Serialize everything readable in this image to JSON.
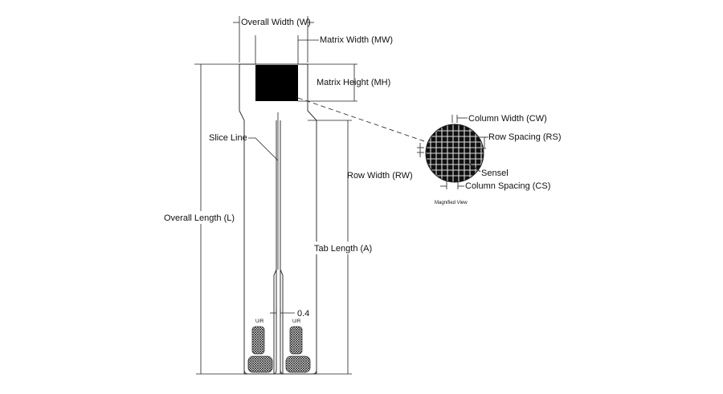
{
  "labels": {
    "overall_width": "Overall Width (W)",
    "matrix_width": "Matrix Width (MW)",
    "matrix_height": "Matrix Height (MH)",
    "slice_line": "Slice Line",
    "overall_length": "Overall Length (L)",
    "tab_length": "Tab Length (A)",
    "row_width": "Row Width (RW)",
    "column_width": "Column Width (CW)",
    "row_spacing": "Row Spacing (RS)",
    "sensel": "Sensel",
    "column_spacing": "Column Spacing (CS)",
    "magnified_view": "Magnified View",
    "gap": "0.4",
    "tab_left_mark": "U/R",
    "tab_right_mark": "U/R"
  },
  "colors": {
    "matrix": "#000000",
    "line": "#222222",
    "background": "#ffffff"
  }
}
